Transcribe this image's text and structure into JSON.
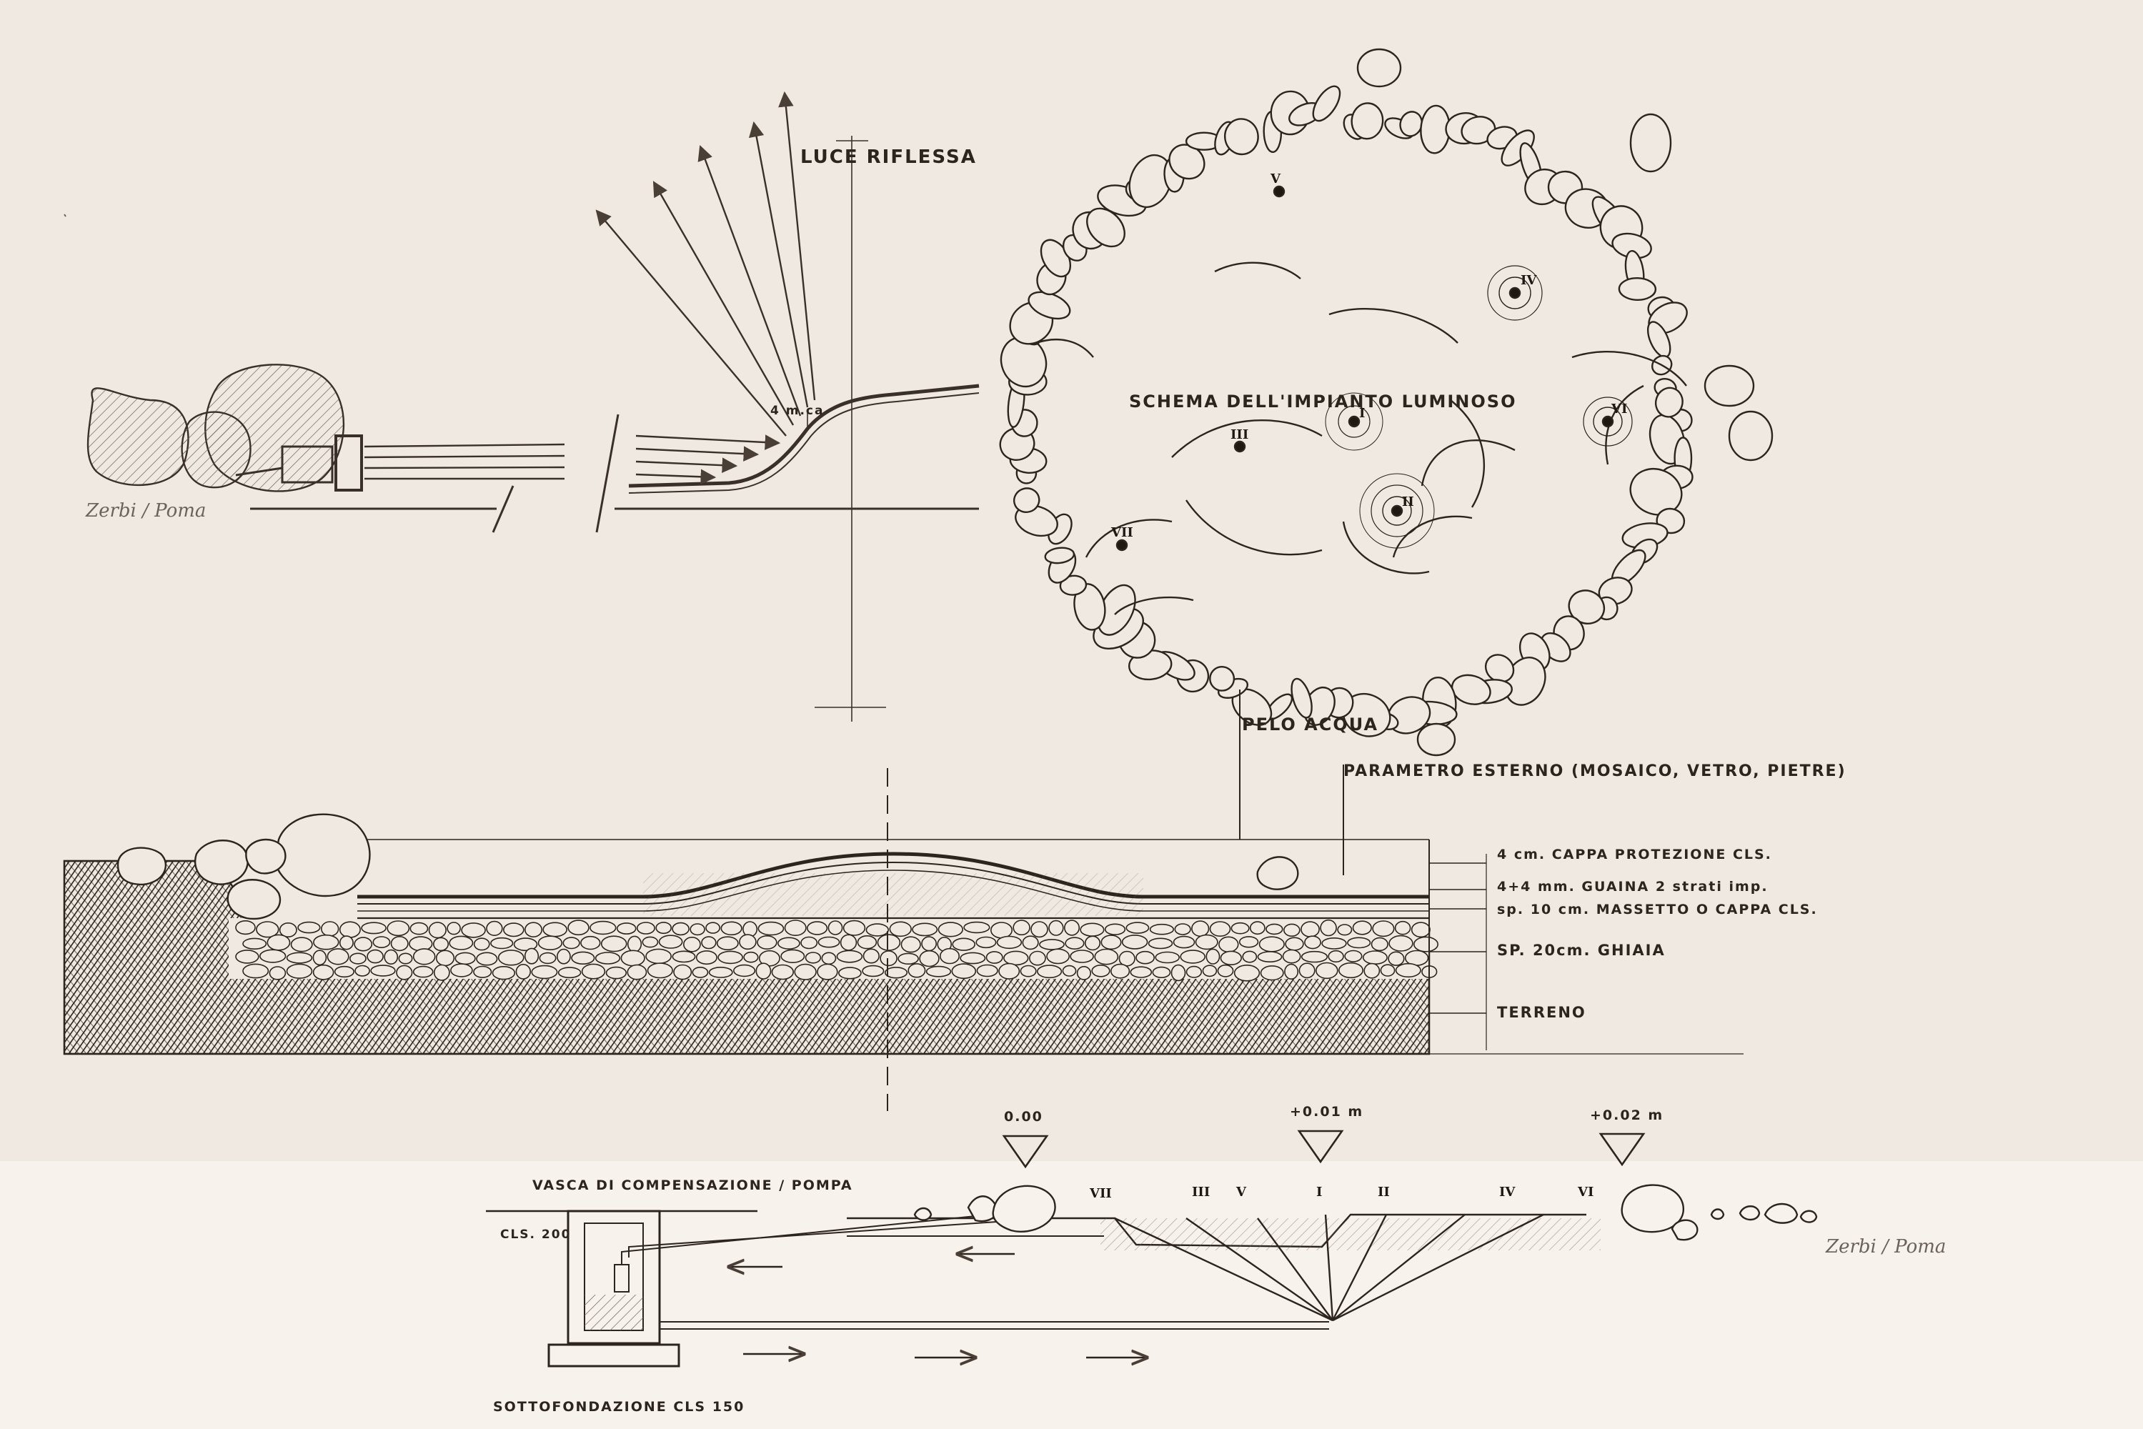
{
  "texts": {
    "luce_riflessa": "LUCE RIFLESSA",
    "dim_4m": "4 m.ca",
    "schema_title": "SCHEMA DELL'IMPIANTO LUMINOSO",
    "pelo_acqua": "PELO ACQUA",
    "parametro": "PARAMETRO ESTERNO (MOSAICO, VETRO, PIETRE)",
    "layer_cappa": "4 cm. CAPPA PROTEZIONE CLS.",
    "layer_guaina": "4+4 mm. GUAINA 2 strati imp.",
    "layer_massetto": "sp. 10 cm. MASSETTO O CAPPA CLS.",
    "layer_ghiaia": "SP. 20cm. GHIAIA",
    "layer_terreno": "TERRENO",
    "vasca": "VASCA DI COMPENSAZIONE / POMPA",
    "cls200": "CLS. 200",
    "sottofondazione": "SOTTOFONDAZIONE CLS 150",
    "level_0": "0.00",
    "level_1": "+0.01 m",
    "level_2": "+0.02 m",
    "signature": "Zerbi / Poma"
  },
  "lamps": {
    "I": "I",
    "II": "II",
    "III": "III",
    "IV": "IV",
    "V": "V",
    "VI": "VI",
    "VII": "VII"
  },
  "section_numerals": {
    "a": "VII",
    "b": "III",
    "c": "V",
    "d": "I",
    "e": "II",
    "f": "IV",
    "g": "VI"
  },
  "colors": {
    "paper": "#efe9e2",
    "paper_lower": "#f7f2ec",
    "ink": "#2c241d",
    "hatch": "#3a2f26"
  }
}
